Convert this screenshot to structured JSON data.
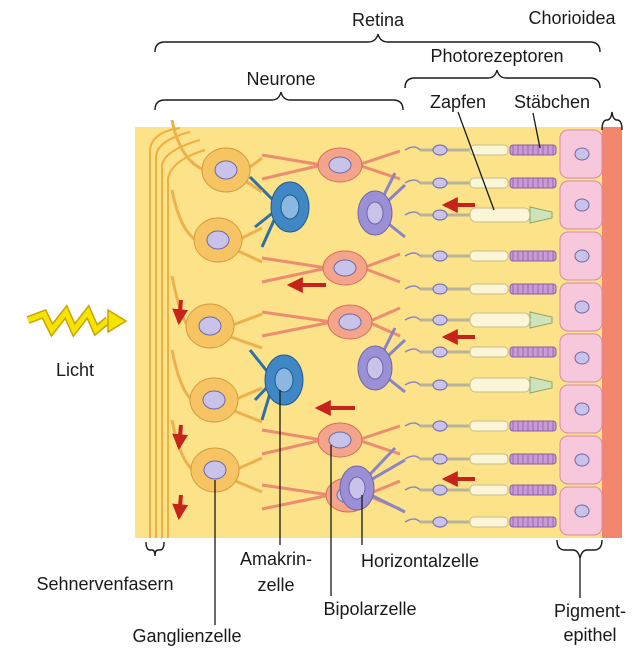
{
  "labels": {
    "retina": "Retina",
    "chorioidea": "Chorioidea",
    "photorezeptoren": "Photorezeptoren",
    "neurone": "Neurone",
    "zapfen": "Zapfen",
    "staebchen": "Stäbchen",
    "licht": "Licht",
    "sehnervenfasern": "Sehnervenfasern",
    "amakrinzelle_line1": "Amakrin-",
    "amakrinzelle_line2": "zelle",
    "horizontalzelle": "Horizontalzelle",
    "bipolarzelle": "Bipolarzelle",
    "ganglienzelle": "Ganglienzelle",
    "pigmentepithel_line1": "Pigment-",
    "pigmentepithel_line2": "epithel"
  },
  "colors": {
    "retina_background": "#fce38a",
    "ganglion_cell": "#f7c463",
    "bipolar_cell": "#f4a48a",
    "amacrine_cell": "#3f88c5",
    "horizontal_cell": "#9b8fd6",
    "nucleus": "#c9c3ea",
    "rod_disks": "#c99ad6",
    "cone_outer": "#cfe3b8",
    "pigment_cell": "#f7c7dc",
    "choroid": "#f2876e",
    "signal_arrow": "#c6231b",
    "light_symbol": "#f5e400"
  }
}
